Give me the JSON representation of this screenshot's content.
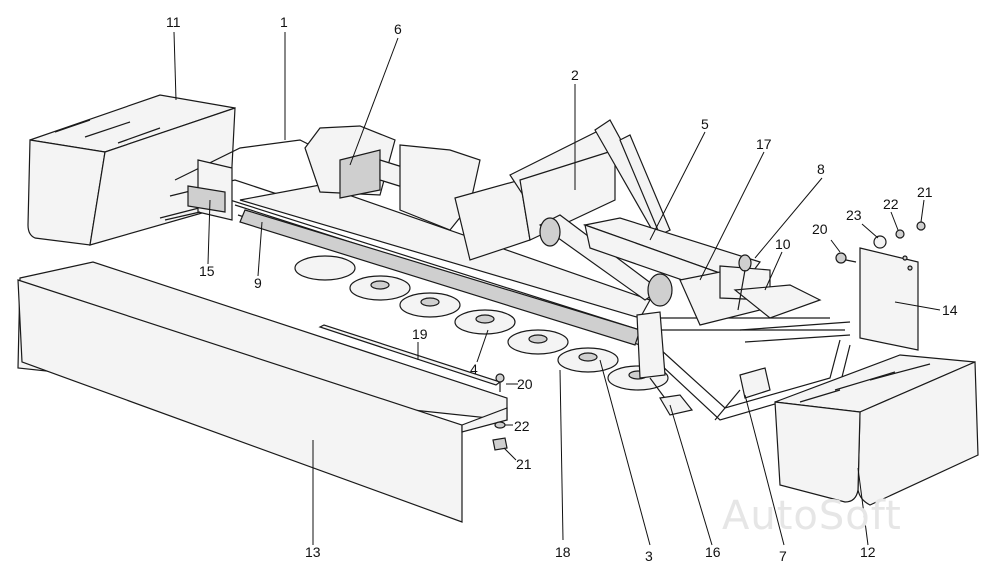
{
  "watermark": "AutoSoft",
  "labels": {
    "l1": "1",
    "l2": "2",
    "l3": "3",
    "l4": "4",
    "l5": "5",
    "l6": "6",
    "l7": "7",
    "l8": "8",
    "l9": "9",
    "l10": "10",
    "l11": "11",
    "l12": "12",
    "l13": "13",
    "l14": "14",
    "l15": "15",
    "l16": "16",
    "l17": "17",
    "l18": "18",
    "l19": "19",
    "l20a": "20",
    "l20b": "20",
    "l21a": "21",
    "l21b": "21",
    "l22a": "22",
    "l22b": "22",
    "l23": "23"
  }
}
